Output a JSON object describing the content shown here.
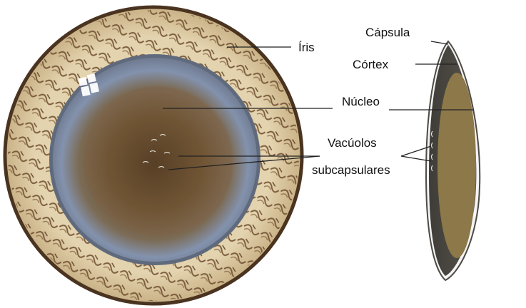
{
  "labels": {
    "iris": "Íris",
    "capsule": "Cápsula",
    "cortex": "Córtex",
    "nucleus": "Núcleo",
    "vacuoles_line1": "Vacúolos",
    "vacuoles_line2": "subcapsulares"
  },
  "colors": {
    "iris_band": "#d9c7a2",
    "iris_pattern": "#6b4a2c",
    "lens_border": "#6e7787",
    "lens_blue": "#8796b3",
    "nucleus": "#6f5a3c",
    "side_cortex": "#4f4c45",
    "side_nucleus": "#8a7646",
    "capsule_edge": "#c8c8c8",
    "leader_line": "#222222"
  }
}
